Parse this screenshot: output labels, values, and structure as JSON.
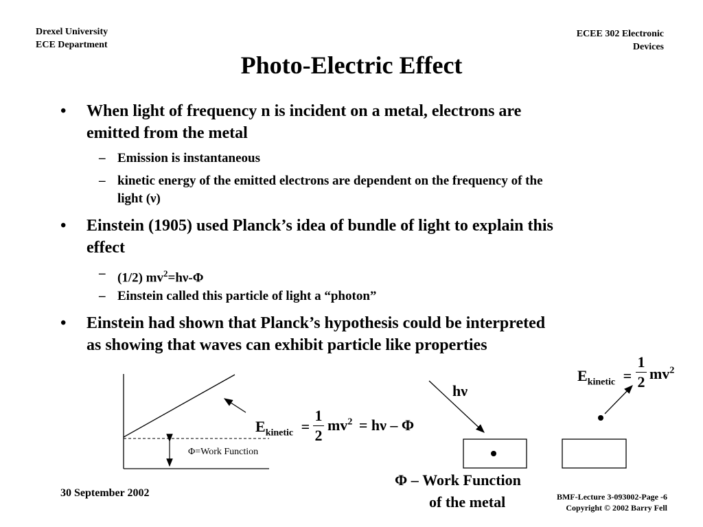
{
  "header": {
    "left_line1": "Drexel University",
    "left_line2": "ECE Department",
    "right_line1": "ECEE 302 Electronic",
    "right_line2": "Devices"
  },
  "title": "Photo-Electric Effect",
  "bullets": {
    "b1_line1": "When light of frequency n is incident on a metal, electrons are",
    "b1_line2": "emitted from the metal",
    "b1_sub1": "Emission is instantaneous",
    "b1_sub2_line1": "kinetic energy of the emitted electrons are dependent on the frequency of the",
    "b1_sub2_line2": "light (ν)",
    "b2_line1": "Einstein (1905) used Planck’s idea of bundle of light to explain this",
    "b2_line2": "effect",
    "b2_sub1_prefix": "(1/2) mv",
    "b2_sub1_exp": "2",
    "b2_sub1_suffix": "=hν-Φ",
    "b2_sub2": "Einstein called this particle of light a “photon”",
    "b3_line1": "Einstein had shown that Planck’s hypothesis could be interpreted",
    "b3_line2": "as showing that waves can exhibit particle like properties",
    "bullet_symbol": "•",
    "dash_symbol": "–"
  },
  "graph": {
    "work_function_label": "Φ=Work Function"
  },
  "equation_middle": {
    "E": "E",
    "sub": "kinetic",
    "eq1": "=",
    "num": "1",
    "den": "2",
    "mv": "mv",
    "exp": "2",
    "rest": "= hν – Φ"
  },
  "equation_right": {
    "E": "E",
    "sub": "kinetic",
    "eq1": "=",
    "num": "1",
    "den": "2",
    "mv": "mv",
    "exp": "2"
  },
  "photon_label": "hν",
  "work_function_caption": {
    "line1": "Φ – Work  Function",
    "line2": "of  the  metal"
  },
  "footer": {
    "date": "30 September 2002",
    "page": "BMF-Lecture 3-093002-Page -6",
    "copyright": "Copyright © 2002 Barry Fell"
  }
}
